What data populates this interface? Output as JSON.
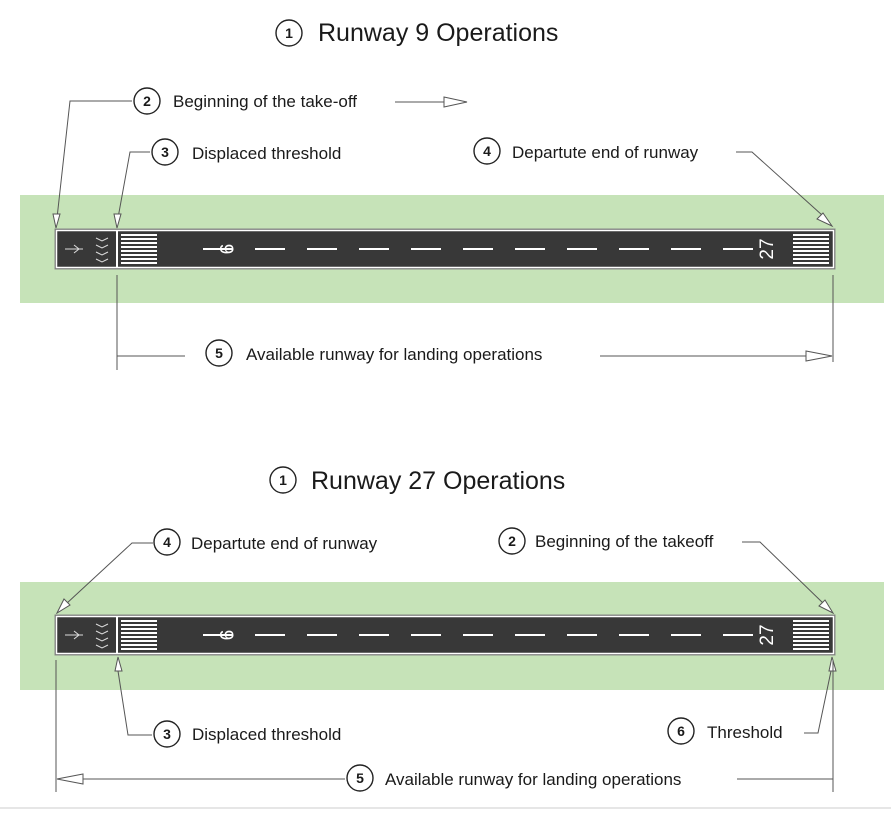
{
  "colors": {
    "grass": "#c6e3b8",
    "runway": "#383838",
    "marking": "#ffffff"
  },
  "runway9": {
    "number": "1",
    "title": "Runway 9 Operations",
    "callouts": [
      {
        "number": "2",
        "text": "Beginning of the take-off"
      },
      {
        "number": "3",
        "text": "Displaced threshold"
      },
      {
        "number": "4",
        "text": "Departute end of runway"
      },
      {
        "number": "5",
        "text": "Available runway for landing operations"
      }
    ],
    "designator_left": "9",
    "designator_right": "27"
  },
  "runway27": {
    "number": "1",
    "title": "Runway 27 Operations",
    "callouts": [
      {
        "number": "4",
        "text": "Departute end of runway"
      },
      {
        "number": "2",
        "text": "Beginning of the takeoff"
      },
      {
        "number": "3",
        "text": "Displaced threshold"
      },
      {
        "number": "6",
        "text": "Threshold"
      },
      {
        "number": "5",
        "text": "Available runway for landing operations"
      }
    ],
    "designator_left": "9",
    "designator_right": "27"
  }
}
